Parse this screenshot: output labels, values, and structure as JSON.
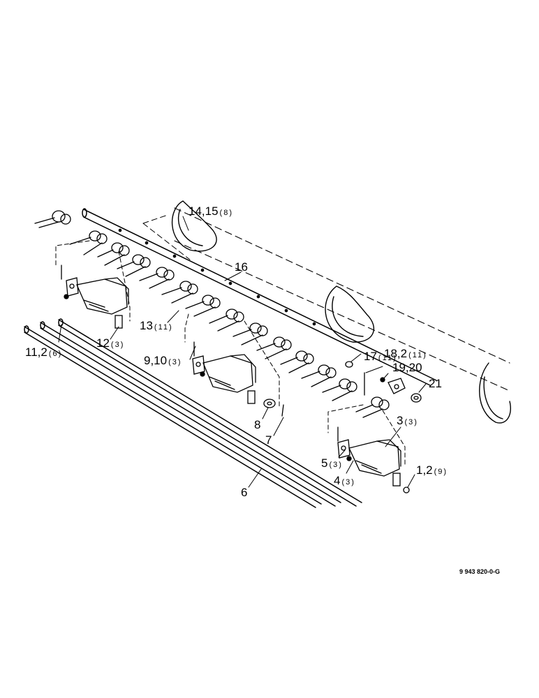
{
  "callouts": [
    {
      "id": "14-15",
      "num": "14,15",
      "qty": "(8)"
    },
    {
      "id": "16",
      "num": "16",
      "qty": ""
    },
    {
      "id": "13",
      "num": "13",
      "qty": "(11)"
    },
    {
      "id": "12",
      "num": "12",
      "qty": "(3)"
    },
    {
      "id": "11-2",
      "num": "11,2",
      "qty": "(6)"
    },
    {
      "id": "9-10",
      "num": "9,10",
      "qty": "(3)"
    },
    {
      "id": "17",
      "num": "17",
      "qty": "(11)"
    },
    {
      "id": "18-2",
      "num": "18,2",
      "qty": "(11)"
    },
    {
      "id": "19-20",
      "num": "19,20",
      "qty": ""
    },
    {
      "id": "21",
      "num": "21",
      "qty": ""
    },
    {
      "id": "8",
      "num": "8",
      "qty": ""
    },
    {
      "id": "7",
      "num": "7",
      "qty": ""
    },
    {
      "id": "3",
      "num": "3",
      "qty": "(3)"
    },
    {
      "id": "5",
      "num": "5",
      "qty": "(3)"
    },
    {
      "id": "4",
      "num": "4",
      "qty": "(3)"
    },
    {
      "id": "1-2",
      "num": "1,2",
      "qty": "(9)"
    },
    {
      "id": "6",
      "num": "6",
      "qty": ""
    }
  ],
  "drawing_number": "9 943 820-0-G",
  "colors": {
    "ink": "#000000",
    "paper": "#ffffff"
  }
}
